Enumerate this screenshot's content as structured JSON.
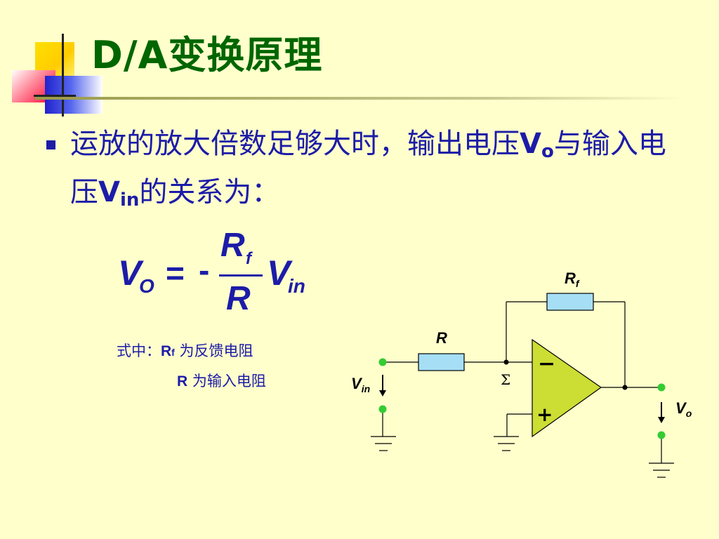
{
  "title": {
    "latin": "D/A",
    "cjk": "变换原理"
  },
  "bullet": {
    "part1": "运放的放大倍数足够大时，输出电压",
    "v1": "V",
    "sub1": "o",
    "part2": "与输入电压",
    "v2": "V",
    "sub2": "in",
    "part3": "的关系为："
  },
  "formula": {
    "lhs": "V",
    "lhs_sub": "O",
    "eq": "=",
    "minus": "-",
    "num": "R",
    "num_sub": "f",
    "den": "R",
    "rhs": "V",
    "rhs_sub": "in"
  },
  "note": {
    "prefix": "式中：",
    "line1_sym": "R",
    "line1_sub": "f",
    "line1_text": " 为反馈电阻",
    "line2_sym": "R",
    "line2_text": " 为输入电阻"
  },
  "circuit": {
    "rf_label": "R",
    "rf_sub": "f",
    "r_label": "R",
    "vin_label": "V",
    "vin_sub": "in",
    "vo_label": "V",
    "vo_sub": "o",
    "sigma": "Σ",
    "minus": "−",
    "plus": "+"
  },
  "colors": {
    "background": "#ffffcc",
    "title": "#006600",
    "text": "#1c1ca8",
    "resistor": "#a6dff5",
    "opamp": "#ccdd33",
    "terminal": "#33cc33"
  }
}
